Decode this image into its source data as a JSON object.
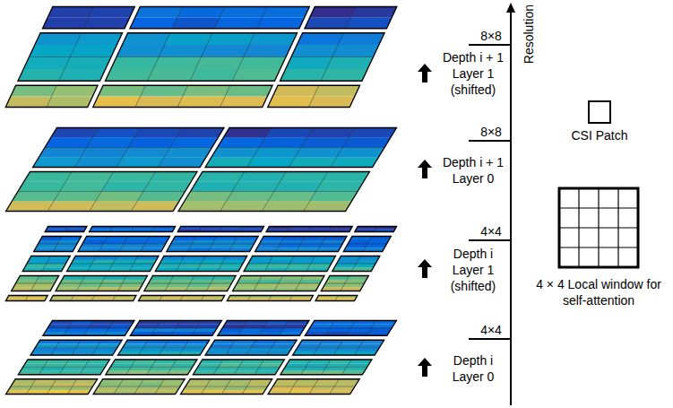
{
  "diagram": {
    "labels": [
      "Resolution",
      "8×8",
      "8×8",
      "4×4",
      "4×4",
      "Depth i + 1 Layer 1 (shifted)",
      "Depth i + 1 Layer 0",
      "Depth i Layer 1 (shifted)",
      "Depth i Layer 0"
    ],
    "legend": [
      {
        "text": "CSI Patch"
      },
      {
        "text": "4 × 4 Local window for self-attention"
      }
    ]
  }
}
